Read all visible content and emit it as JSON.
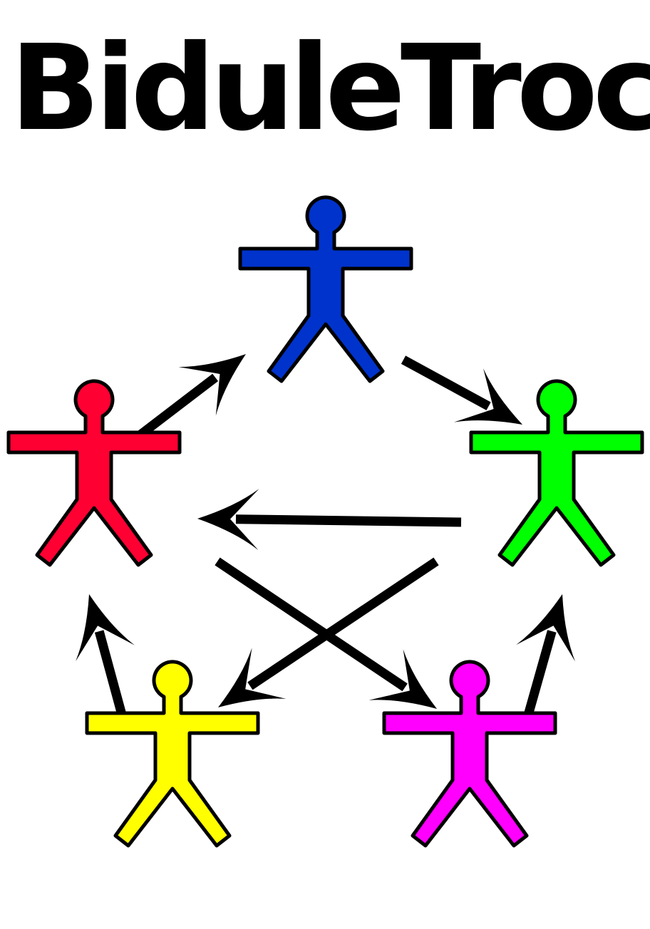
{
  "title": "BiduleTroc",
  "figures": [
    {
      "id": "blue",
      "color": "#0033cc"
    },
    {
      "id": "red",
      "color": "#ff0033"
    },
    {
      "id": "green",
      "color": "#00ff00"
    },
    {
      "id": "yellow",
      "color": "#ffff00"
    },
    {
      "id": "magenta",
      "color": "#ff00ff"
    }
  ],
  "exchanges": [
    {
      "from": "red",
      "to": "blue"
    },
    {
      "from": "blue",
      "to": "green"
    },
    {
      "from": "green",
      "to": "red"
    },
    {
      "from": "green",
      "to": "yellow"
    },
    {
      "from": "red",
      "to": "magenta"
    },
    {
      "from": "yellow",
      "to": "red"
    },
    {
      "from": "magenta",
      "to": "green"
    }
  ],
  "colors": {
    "outline": "#000000",
    "arrow": "#000000",
    "background": "#ffffff"
  }
}
